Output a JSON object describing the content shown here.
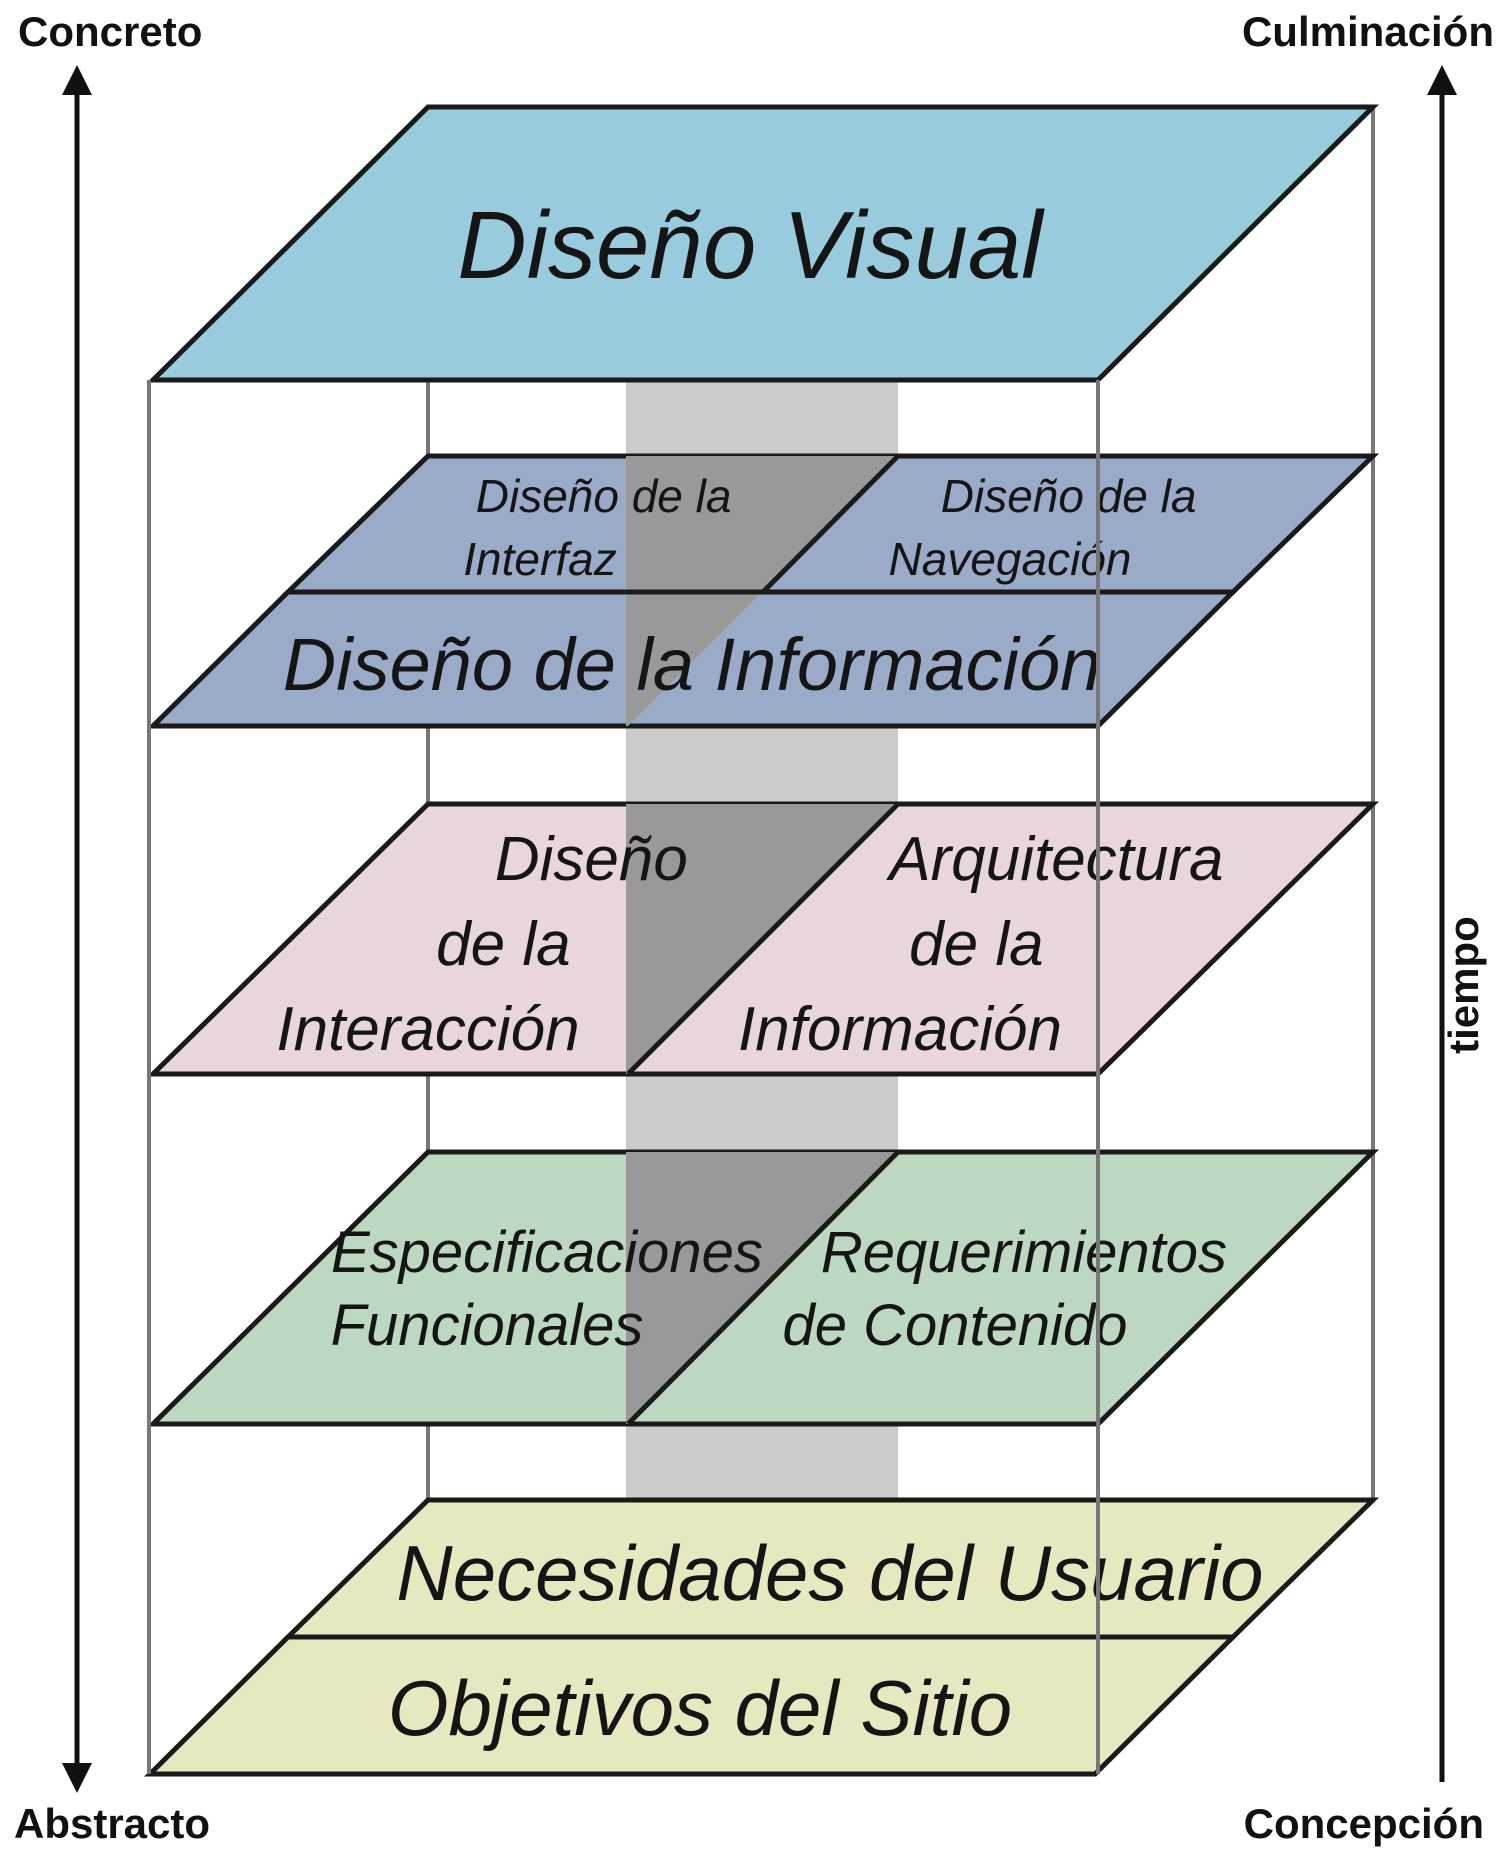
{
  "corners": {
    "top_left": "Concreto",
    "bottom_left": "Abstracto",
    "top_right": "Culminación",
    "bottom_right": "Concepción",
    "right_axis": "tiempo"
  },
  "planes": {
    "visual": {
      "label": "Diseño Visual"
    },
    "interfaz": {
      "lines": [
        "Diseño de la",
        "Interfaz"
      ]
    },
    "navegacion": {
      "lines": [
        "Diseño de la",
        "Navegación"
      ]
    },
    "informacion": {
      "label": "Diseño de la Información"
    },
    "interaccion": {
      "lines": [
        "Diseño",
        "de la",
        "Interacción"
      ]
    },
    "arquitectura": {
      "lines": [
        "Arquitectura",
        "de la",
        "Información"
      ]
    },
    "especificaciones": {
      "lines": [
        "Especificaciones",
        "Funcionales"
      ]
    },
    "requerimientos": {
      "lines": [
        "Requerimientos",
        "de Contenido"
      ]
    },
    "necesidades": {
      "label": "Necesidades del Usuario"
    },
    "objetivos": {
      "label": "Objetivos del Sitio"
    }
  },
  "colors": {
    "visual": "#97cbdd",
    "information_layer": "#9aabc9",
    "interaction_layer": "#e8d6dc",
    "requirements_layer": "#bcd8c0",
    "strategy_layer": "#e8e8c0",
    "divider_band": "#cbcbcb",
    "divider_band_dark": "#999999"
  }
}
